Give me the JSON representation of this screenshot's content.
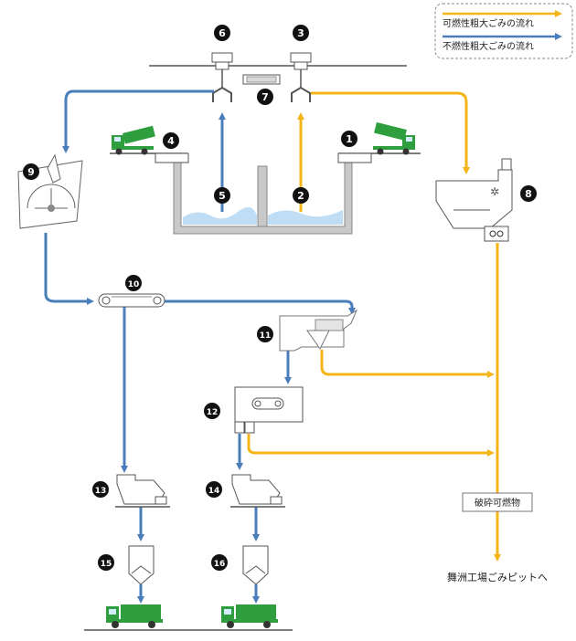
{
  "legend": {
    "combustible_label": "可燃性粗大ごみの流れ",
    "noncombustible_label": "不燃性粗大ごみの流れ"
  },
  "colors": {
    "combustible_flow": "#F5B417",
    "noncombustible_flow": "#4A7EBB",
    "truck_green": "#2E9E3E",
    "pit_water": "#BFDDF5",
    "line_gray": "#9a9a9a"
  },
  "markers": [
    "1",
    "2",
    "3",
    "4",
    "5",
    "6",
    "7",
    "8",
    "9",
    "10",
    "11",
    "12",
    "13",
    "14",
    "15",
    "16"
  ],
  "labels": {
    "crushed_combustibles": "破砕可燃物",
    "destination": "舞洲工場ごみピットへ"
  }
}
